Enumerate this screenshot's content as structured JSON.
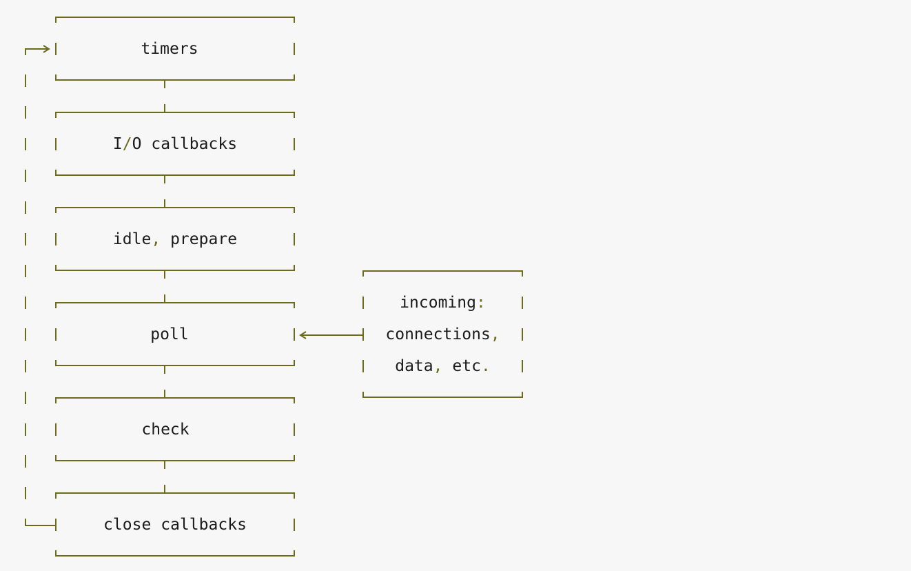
{
  "phases": [
    {
      "id": "timers",
      "label": "timers"
    },
    {
      "id": "io-callbacks",
      "label": "I/O callbacks"
    },
    {
      "id": "idle-prepare",
      "label": "idle, prepare"
    },
    {
      "id": "poll",
      "label": "poll"
    },
    {
      "id": "check",
      "label": "check"
    },
    {
      "id": "close-callbacks",
      "label": "close callbacks"
    }
  ],
  "incoming": {
    "lines": [
      "incoming:",
      "connections,",
      "data, etc."
    ]
  },
  "colors": {
    "line": "#6e6a1c",
    "text": "#1b1b1b",
    "background": "#f7f7f7"
  }
}
